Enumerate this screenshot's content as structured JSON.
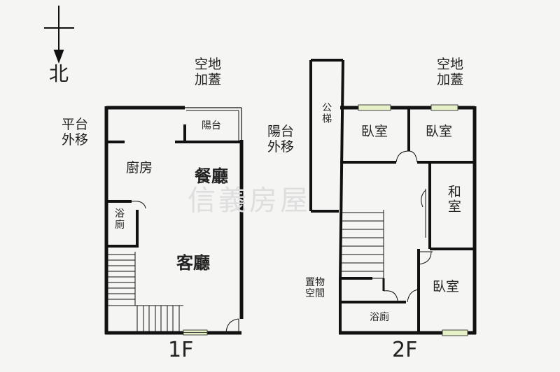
{
  "north_label": "北",
  "watermark": "信義房屋",
  "floor1": {
    "caption": "1F",
    "note_roof": [
      "空地",
      "加蓋"
    ],
    "note_platform": [
      "平台",
      "外移"
    ],
    "balcony": "陽台",
    "kitchen": "廚房",
    "dining": "餐廳",
    "living": "客廳",
    "bath": [
      "浴",
      "廁"
    ]
  },
  "floor2": {
    "caption": "2F",
    "note_roof": [
      "空地",
      "加蓋"
    ],
    "note_balcony": [
      "陽台",
      "外移"
    ],
    "stair_label": "公梯",
    "bedroom1": "臥室",
    "bedroom2": "臥室",
    "japanese": "和室",
    "bedroom3": "臥室",
    "storage": [
      "置物",
      "空間"
    ],
    "bath": "浴廁"
  }
}
